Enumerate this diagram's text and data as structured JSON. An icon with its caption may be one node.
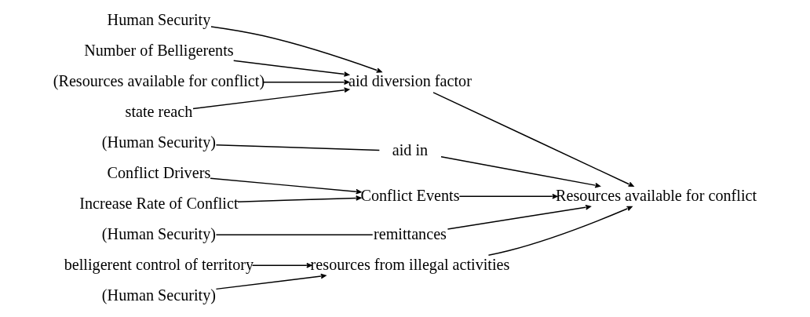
{
  "diagram": {
    "nodes": [
      {
        "text": [
          "Human Security"
        ]
      },
      {
        "text": [
          "Number of Belligerents"
        ]
      },
      {
        "text": [
          "(Resources available for conflict)"
        ]
      },
      {
        "text": [
          "state reach"
        ]
      },
      {
        "text": [
          "aid diversion factor"
        ]
      },
      {
        "text": [
          "(Human Security)"
        ]
      },
      {
        "text": [
          "aid in"
        ]
      },
      {
        "text": [
          "Resources available for conflict"
        ]
      },
      {
        "text": [
          "Conflict Drivers"
        ]
      },
      {
        "text": [
          "Increase Rate of Conflict"
        ]
      },
      {
        "text": [
          "Conflict Events"
        ]
      },
      {
        "text": [
          "(Human Security)"
        ]
      },
      {
        "text": [
          "remittances"
        ]
      },
      {
        "text": [
          "belligerent control of territory"
        ]
      },
      {
        "text": [
          "(Human Security)"
        ]
      },
      {
        "text": [
          "resources from illegal activities"
        ]
      }
    ],
    "edges": [
      {
        "from": 0,
        "to": 4,
        "arrow": "to"
      },
      {
        "from": 1,
        "to": 4,
        "arrow": "to"
      },
      {
        "from": 2,
        "to": 4,
        "arrow": "to"
      },
      {
        "from": 3,
        "to": 4,
        "arrow": "to"
      },
      {
        "from": 5,
        "to": 6,
        "arrow": "none"
      },
      {
        "from": 8,
        "to": 10,
        "arrow": "to"
      },
      {
        "from": 9,
        "to": 10,
        "arrow": "to"
      },
      {
        "from": 11,
        "to": 12,
        "arrow": "none"
      },
      {
        "from": 13,
        "to": 15,
        "arrow": "to"
      },
      {
        "from": 14,
        "to": 15,
        "arrow": "to"
      },
      {
        "from": 4,
        "to": 7,
        "arrow": "to"
      },
      {
        "from": 6,
        "to": 7,
        "arrow": "to"
      },
      {
        "from": 10,
        "to": 7,
        "arrow": "to"
      },
      {
        "from": 12,
        "to": 7,
        "arrow": "to"
      },
      {
        "from": 15,
        "to": 7,
        "arrow": "to"
      }
    ]
  }
}
